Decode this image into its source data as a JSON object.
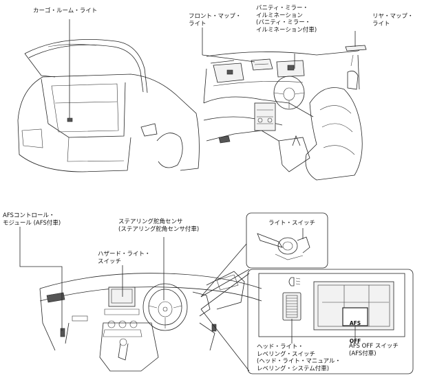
{
  "labels": {
    "cargo_room_light": "カーゴ・ルーム・ライト",
    "front_map_light": "フロント・マップ・\nライト",
    "vanity_mirror": "バニティ・ミラー・\nイルミネーション\n(バニティ・ミラー・\nイルミネーション付車)",
    "rear_map_light": "リヤ・マップ・\nライト",
    "afs_control_module": "AFSコントロール・\nモジュール (AFS付車)",
    "steering_angle_sensor": "ステアリング舵角センサ\n(ステアリング舵角センサ付車)",
    "hazard_switch": "ハザード・ライト・\nスイッチ",
    "light_switch": "ライト・スイッチ",
    "headlight_leveling_switch": "ヘッド・ライト・\nレベリング・スイッチ\n(ヘッド・ライト・マニュアル・\nレベリング・システム付車)",
    "afs_off_switch": "AFS OFF スイッチ\n(AFS付車)"
  },
  "afs_button": {
    "line1": "AFS",
    "line2": "OFF"
  }
}
